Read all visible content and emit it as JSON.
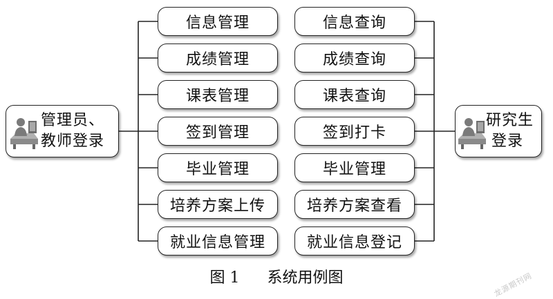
{
  "left_actor": {
    "line1": "管理员、",
    "line2": "教师登录"
  },
  "right_actor": {
    "line1": "研究生",
    "line2": "登录"
  },
  "admin_functions": [
    "信息管理",
    "成绩管理",
    "课表管理",
    "签到管理",
    "毕业管理",
    "培养方案上传",
    "就业信息管理"
  ],
  "student_functions": [
    "信息查询",
    "成绩查询",
    "课表查询",
    "签到打卡",
    "毕业管理",
    "培养方案查看",
    "就业信息登记"
  ],
  "caption": {
    "figure": "图 1",
    "title": "系统用例图"
  },
  "watermark": "龙源期刊网",
  "colors": {
    "stroke": "#222222",
    "icon_gray": "#7a7a7a"
  },
  "icons": {
    "actor": "user-at-computer-icon"
  }
}
